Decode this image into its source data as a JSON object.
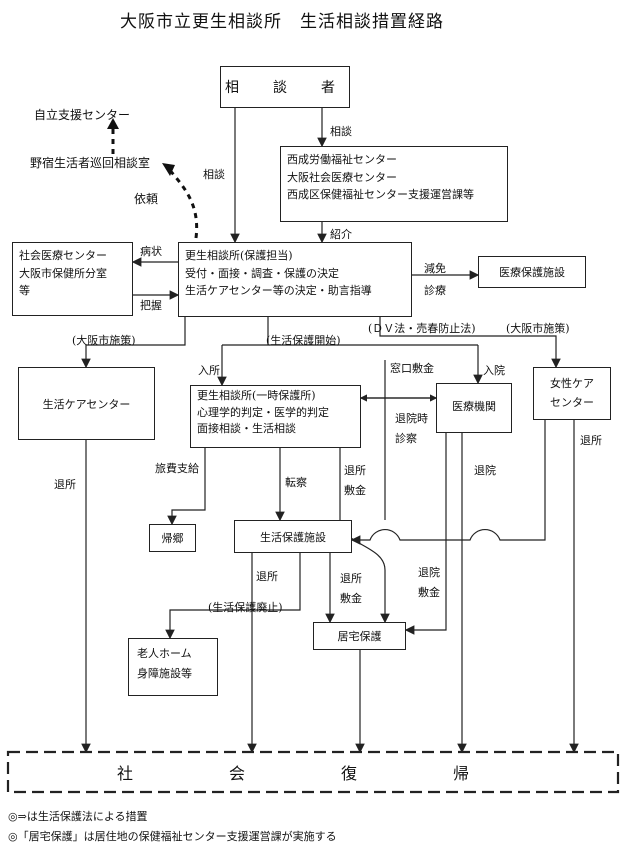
{
  "title": "大阪市立更生相談所　生活相談措置経路",
  "nodes": {
    "soudansha": "相　談　者",
    "nishinari_lines": [
      "西成労働福祉センター",
      "大阪社会医療センター",
      "西成区保健福祉センター支援運営課等"
    ],
    "kosei_lines": [
      "更生相談所(保護担当)",
      "受付・面接・調査・保護の決定",
      "生活ケアセンター等の決定・助言指導"
    ],
    "shakai_iryo_lines": [
      "社会医療センター",
      "大阪市保健所分室",
      "等"
    ],
    "iryo_hogo": "医療保護施設",
    "seikatsu_care": "生活ケアセンター",
    "ichiji_lines": [
      "更生相談所(一時保護所)",
      "心理学的判定・医学的判定",
      "面接相談・生活相談"
    ],
    "iryo_kikan": "医療機関",
    "josei_care_lines": [
      "女性ケア",
      "センター"
    ],
    "kikyo": "帰郷",
    "seikatsu_hogo_shisetsu": "生活保護施設",
    "kyotaku_hogo": "居宅保護",
    "rojin_lines": [
      "老人ホーム",
      "身障施設等"
    ],
    "shakai_fukki": "社　会　復　帰",
    "jiritsu": "自立支援センター",
    "nojuku": "野宿生活者巡回相談室"
  },
  "labels": {
    "soudan1": "相談",
    "soudan2": "相談",
    "shokai": "紹介",
    "irai": "依頼",
    "byojo": "病状",
    "haaku": "把握",
    "genmen": "減免",
    "shinryo": "診療",
    "osaka_shisaku1": "(大阪市施策)",
    "seikatsu_hogo_kaishi": "(生活保護開始)",
    "dv": "(ＤＶ法・売春防止法)",
    "osaka_shisaku2": "(大阪市施策)",
    "nyusho": "入所",
    "madoguchi": "窓口敷金",
    "nyuin": "入院",
    "taiinji": "退院時",
    "shinsatsu": "診察",
    "taisho1": "退所",
    "taisho_shikikin1": "退所",
    "shikikin1": "敷金",
    "taiin": "退院",
    "taisho2": "退所",
    "ryohi": "旅費支給",
    "tensatsu": "転察",
    "taisho3": "退所",
    "seikatsu_hogo_haishi": "(生活保護廃止)",
    "taisho4": "退所",
    "shikikin2": "敷金",
    "taiin2": "退院",
    "shikikin3": "敷金"
  },
  "notes": [
    "◎⇒は生活保護法による措置",
    "◎「居宅保護」は居住地の保健福祉センター支援運営課が実施する"
  ]
}
